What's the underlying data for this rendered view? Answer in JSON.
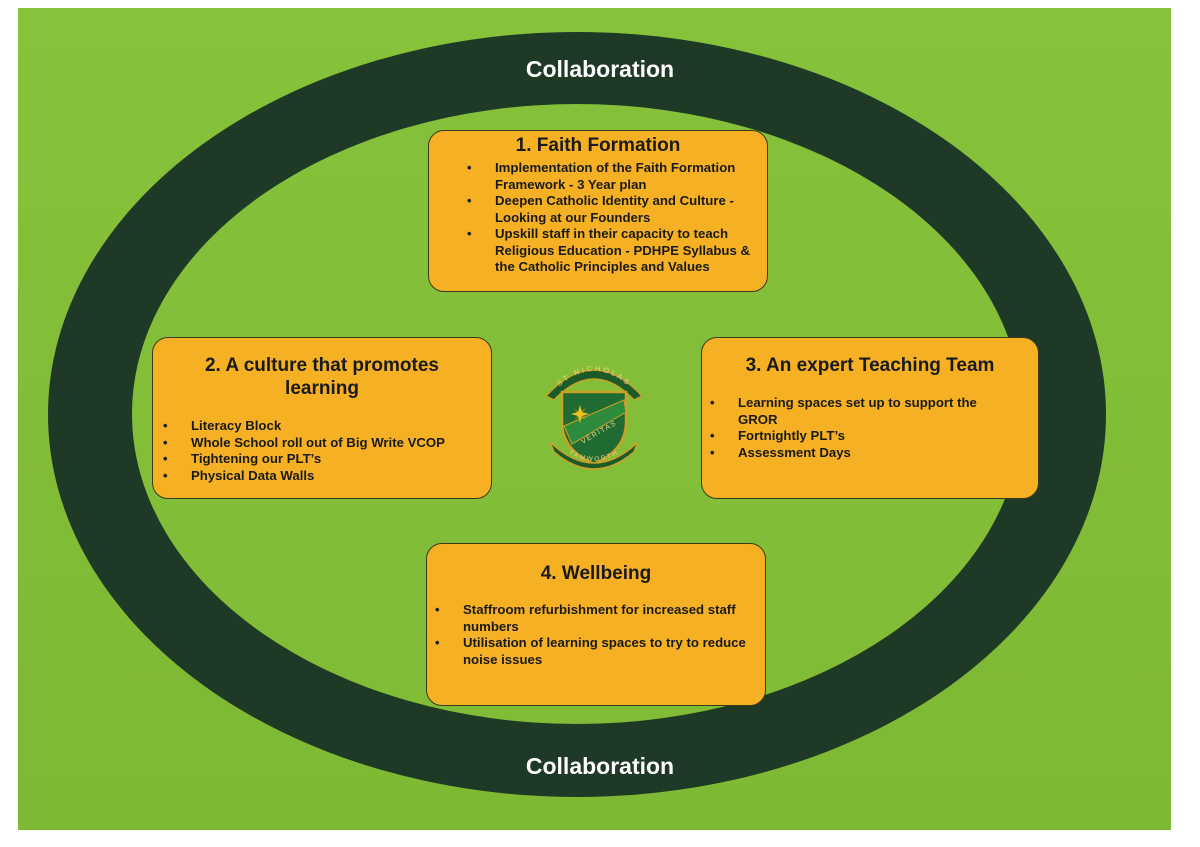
{
  "collaboration_top": "Collaboration",
  "collaboration_bottom": "Collaboration",
  "colors": {
    "background": "#82bd37",
    "ring": "#1e3a26",
    "box": "#f5b024",
    "label_text": "#ffffff"
  },
  "boxes": {
    "faith": {
      "title": "1. Faith Formation",
      "items": [
        "Implementation of the Faith Formation Framework - 3 Year plan",
        "Deepen Catholic Identity and Culture - Looking at our Founders",
        "Upskill staff in their capacity to teach Religious Education - PDHPE Syllabus & the Catholic Principles and Values"
      ]
    },
    "culture": {
      "title": "2. A culture that promotes learning",
      "items": [
        "Literacy Block",
        "Whole School roll out of Big Write VCOP",
        "Tightening our PLT’s",
        "Physical Data Walls"
      ]
    },
    "teaching": {
      "title": "3. An expert Teaching Team",
      "items": [
        "Learning spaces set up to support the GROR",
        "Fortnightly PLT’s",
        "Assessment Days"
      ]
    },
    "wellbeing": {
      "title": "4. Wellbeing",
      "items": [
        "Staffroom refurbishment for increased staff numbers",
        "Utilisation of learning spaces to try to reduce noise issues"
      ]
    }
  },
  "logo": {
    "top_text": "ST NICHOLAS",
    "motto": "VERITAS",
    "bottom_text": "TAMWORTH",
    "icon": "school-crest-shield"
  }
}
